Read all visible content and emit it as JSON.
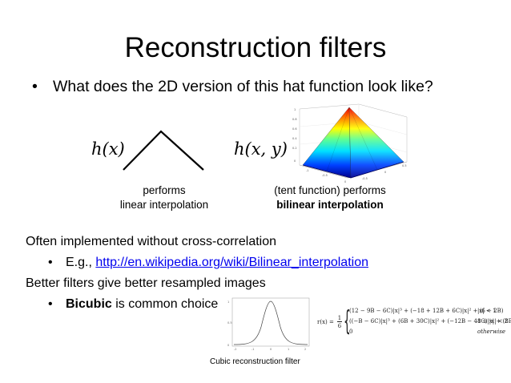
{
  "slide": {
    "title": "Reconstruction filters",
    "bullet": "What does the 2D version of this hat function look like?",
    "hx_label": "h(x)",
    "hxy_label": "h(x, y)",
    "caption_left_line1": "performs",
    "caption_left_line2": "linear interpolation",
    "caption_right_line1": "(tent function) performs",
    "caption_right_line2": "bilinear interpolation",
    "line1": "Often implemented without cross-correlation",
    "line2_prefix": "E.g., ",
    "line2_link": "http://en.wikipedia.org/wiki/Bilinear_interpolation",
    "line3": "Better filters give better resampled images",
    "line4_bold": "Bicubic",
    "line4_rest": " is common choice",
    "cubic_caption": "Cubic reconstruction filter",
    "formula": {
      "lhs": "r(x) =",
      "frac_num": "1",
      "frac_den": "6",
      "row1": "(12 − 9B − 6C)|x|³ + (−18 + 12B + 6C)|x|² + (6 − 2B)",
      "row2": "((−B − 6C)|x|³ + (6B + 30C)|x|² + (−12B − 48C)|x| + (8B + 24C)",
      "row3": "0",
      "cond1": "|x| < 1",
      "cond2": "1 ≤ |x| < 2",
      "cond3": "otherwise"
    }
  },
  "colors": {
    "link": "#0000ee",
    "surface_peak": "#ff0000",
    "surface_base": "#00008f"
  }
}
